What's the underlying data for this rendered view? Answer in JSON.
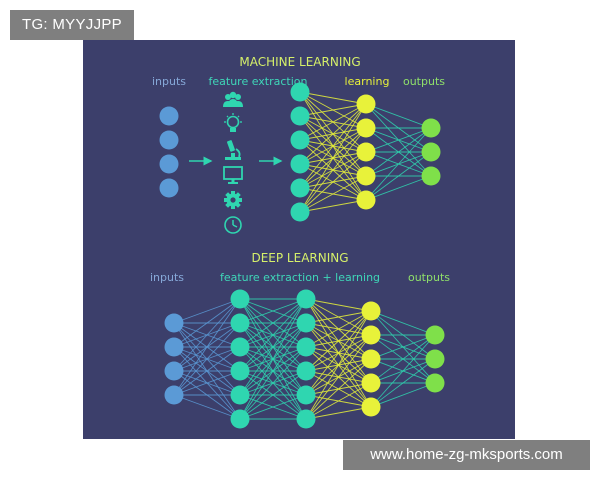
{
  "watermark": {
    "top_left": "TG: MYYJJPP",
    "bottom_right": "www.home-zg-mksports.com"
  },
  "colors": {
    "panel": "#3c3f6b",
    "input_node": "#5b9ad6",
    "feature_node": "#2fd6b0",
    "learning_node": "#e8f23a",
    "output_node": "#7fe04a",
    "arrow": "#2fd6b0"
  },
  "machine_learning": {
    "title": "MACHINE LEARNING",
    "labels": {
      "inputs": "inputs",
      "feature": "feature extraction",
      "learning": "learning",
      "outputs": "outputs"
    },
    "icons": [
      "people-icon",
      "lightbulb-icon",
      "microscope-icon",
      "monitor-icon",
      "gear-icon",
      "clock-icon"
    ],
    "layers": [
      {
        "role": "input",
        "count": 4
      },
      {
        "role": "feature",
        "count": 6
      },
      {
        "role": "learning",
        "count": 5
      },
      {
        "role": "output",
        "count": 3
      }
    ]
  },
  "deep_learning": {
    "title": "DEEP LEARNING",
    "labels": {
      "inputs": "inputs",
      "feature_learning": "feature extraction + learning",
      "outputs": "outputs"
    },
    "layers": [
      {
        "role": "input",
        "count": 4
      },
      {
        "role": "feature",
        "count": 6
      },
      {
        "role": "feature",
        "count": 6
      },
      {
        "role": "learning",
        "count": 5
      },
      {
        "role": "output",
        "count": 3
      }
    ]
  }
}
